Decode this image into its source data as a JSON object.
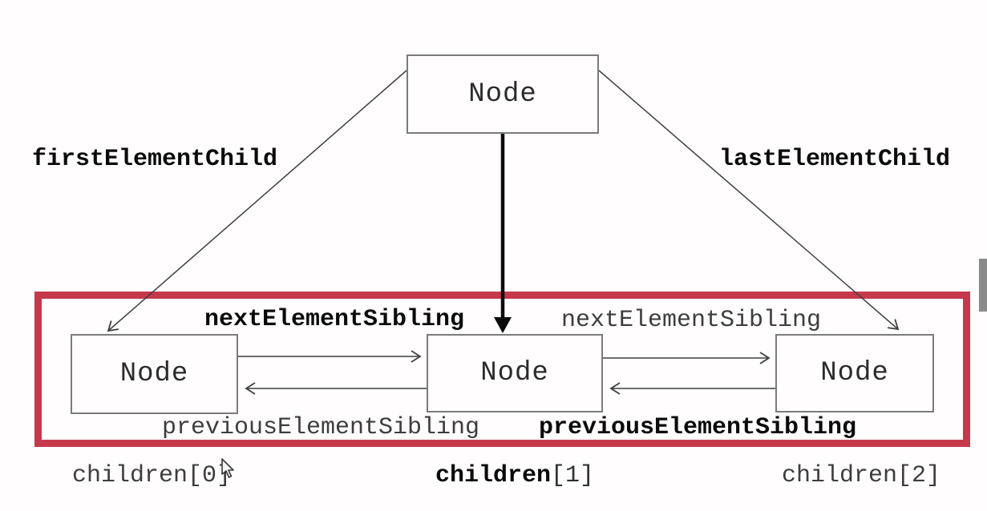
{
  "diagram": {
    "nodes": {
      "parent": "Node",
      "children": [
        "Node",
        "Node",
        "Node"
      ]
    },
    "edges": {
      "first_element_child": "firstElementChild",
      "last_element_child": "lastElementChild",
      "next_element_sibling_left": "nextElementSibling",
      "next_element_sibling_right": "nextElementSibling",
      "previous_element_sibling_left": "previousElementSibling",
      "previous_element_sibling_right": "previousElementSibling"
    },
    "index_labels": {
      "child0": "children[0]",
      "child1_name": "children",
      "child1_index": "[1]",
      "child2": "children[2]"
    },
    "colors": {
      "highlight_border": "#c5394b",
      "arrow_line": "#3f3f3f",
      "thick_arrow": "#0a0a0a",
      "bold_text": "#0b0b0b",
      "gray_text": "#3d3d3d",
      "box_border": "#7b7b7b",
      "scrollbar_thumb": "#8a8a8a",
      "background": "#fffdfe"
    }
  }
}
